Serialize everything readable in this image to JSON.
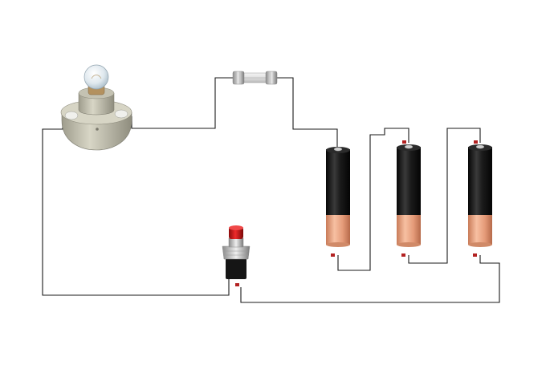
{
  "diagram": {
    "kind": "series circuit",
    "components": [
      {
        "id": "lamp",
        "type": "light bulb in lamp holder",
        "icon": "light-bulb-icon"
      },
      {
        "id": "fuse",
        "type": "cartridge fuse",
        "icon": "fuse-icon"
      },
      {
        "id": "battery1",
        "type": "cylindrical battery",
        "icon": "battery-icon"
      },
      {
        "id": "battery2",
        "type": "cylindrical battery",
        "icon": "battery-icon"
      },
      {
        "id": "battery3",
        "type": "cylindrical battery",
        "icon": "battery-icon"
      },
      {
        "id": "switch",
        "type": "push-button switch",
        "icon": "push-button-icon"
      }
    ],
    "connections": [
      [
        "lamp",
        "fuse"
      ],
      [
        "fuse",
        "battery1"
      ],
      [
        "battery1",
        "battery2"
      ],
      [
        "battery2",
        "battery3"
      ],
      [
        "battery3",
        "switch"
      ],
      [
        "switch",
        "lamp"
      ]
    ],
    "colors": {
      "wire": "#1a1a1a",
      "battery_body": "#1c1c1c",
      "battery_base": "#e9a07c",
      "switch_cap": "#d11a1a",
      "terminal": "#b32222",
      "lamp_base": "#c9c7b6"
    }
  }
}
